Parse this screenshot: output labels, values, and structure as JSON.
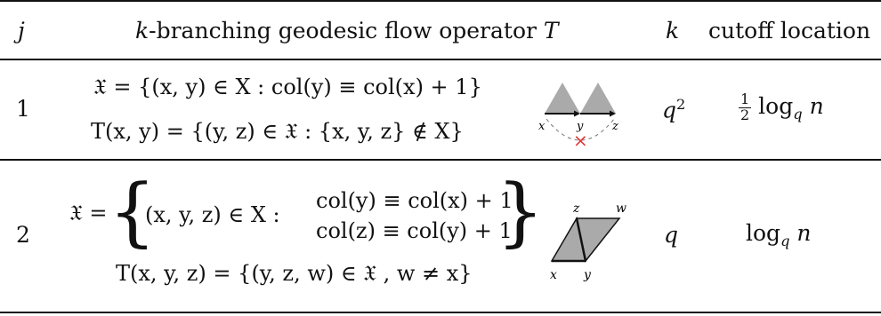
{
  "header": {
    "j": "j",
    "operator_k": "k",
    "operator_text": "-branching geodesic flow operator ",
    "operator_T": "T",
    "k": "k",
    "cutoff": "cutoff location"
  },
  "rows": [
    {
      "j": "1",
      "line1": "𝔛 = {(x, y) ∈ X : col(y) ≡ col(x) + 1}",
      "line2": "T(x, y) = {(y, z) ∈ 𝔛 : {x, y, z} ∉ X}",
      "k_base": "q",
      "k_exp": "2",
      "cutoff_num": "1",
      "cutoff_den": "2",
      "cutoff_log": "log",
      "cutoff_sub": "q",
      "cutoff_n": "n",
      "fig_labels": [
        "x",
        "y",
        "z"
      ],
      "fig_cross": "×"
    },
    {
      "j": "2",
      "lhs": "𝔛 =",
      "set_head": "(x, y, z) ∈ X :",
      "cond1": "col(y) ≡ col(x) + 1",
      "cond2": "col(z) ≡ col(y) + 1",
      "brace_open": "{",
      "brace_close": "}",
      "line2": "T(x, y, z) = {(y, z, w) ∈ 𝔛 , w ≠ x}",
      "k": "q",
      "cutoff_log": "log",
      "cutoff_sub": "q",
      "cutoff_n": "n",
      "fig_labels": [
        "x",
        "y",
        "z",
        "w"
      ]
    }
  ],
  "colors": {
    "rule": "#111111",
    "triangle_fill": "#aaaaaa",
    "cross": "#e03030"
  }
}
